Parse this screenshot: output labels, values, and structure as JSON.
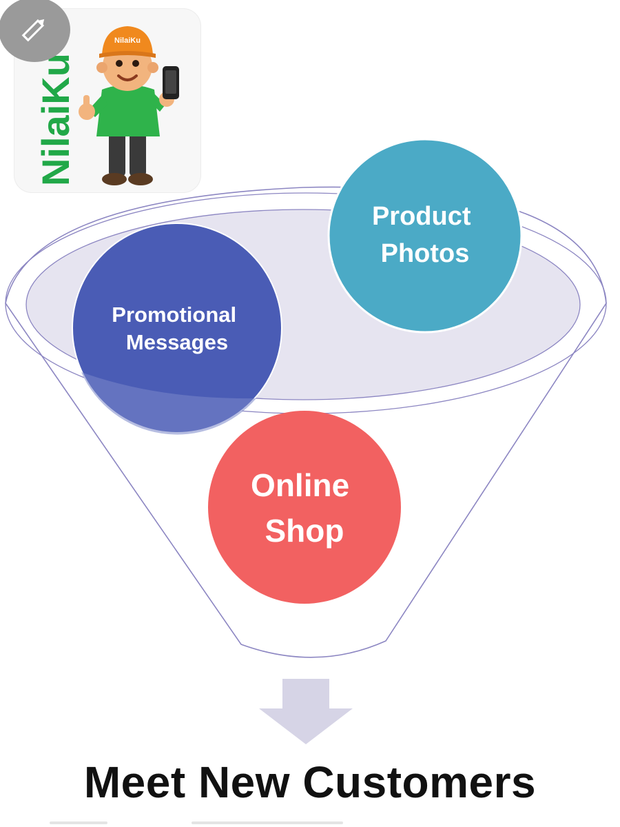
{
  "brand": {
    "logo_text": "NilaiKu",
    "cap_text": "NilaiKu"
  },
  "funnel": {
    "circles": [
      {
        "label_lines": [
          "Product",
          "Photos"
        ],
        "color": "#4BAAC6"
      },
      {
        "label_lines": [
          "Promotional",
          "Messages"
        ],
        "color": "#4A5CB5"
      },
      {
        "label_lines": [
          "Online",
          "Shop"
        ],
        "color": "#F26161"
      }
    ]
  },
  "result_title": "Meet New Customers",
  "colors": {
    "funnel_outline": "#8C86C2",
    "funnel_top_fill": "#E6E4F0",
    "arrow": "#D6D4E6",
    "logo_green": "#21A848",
    "mascot_shirt": "#2FB34B",
    "mascot_cap": "#F0891E"
  }
}
